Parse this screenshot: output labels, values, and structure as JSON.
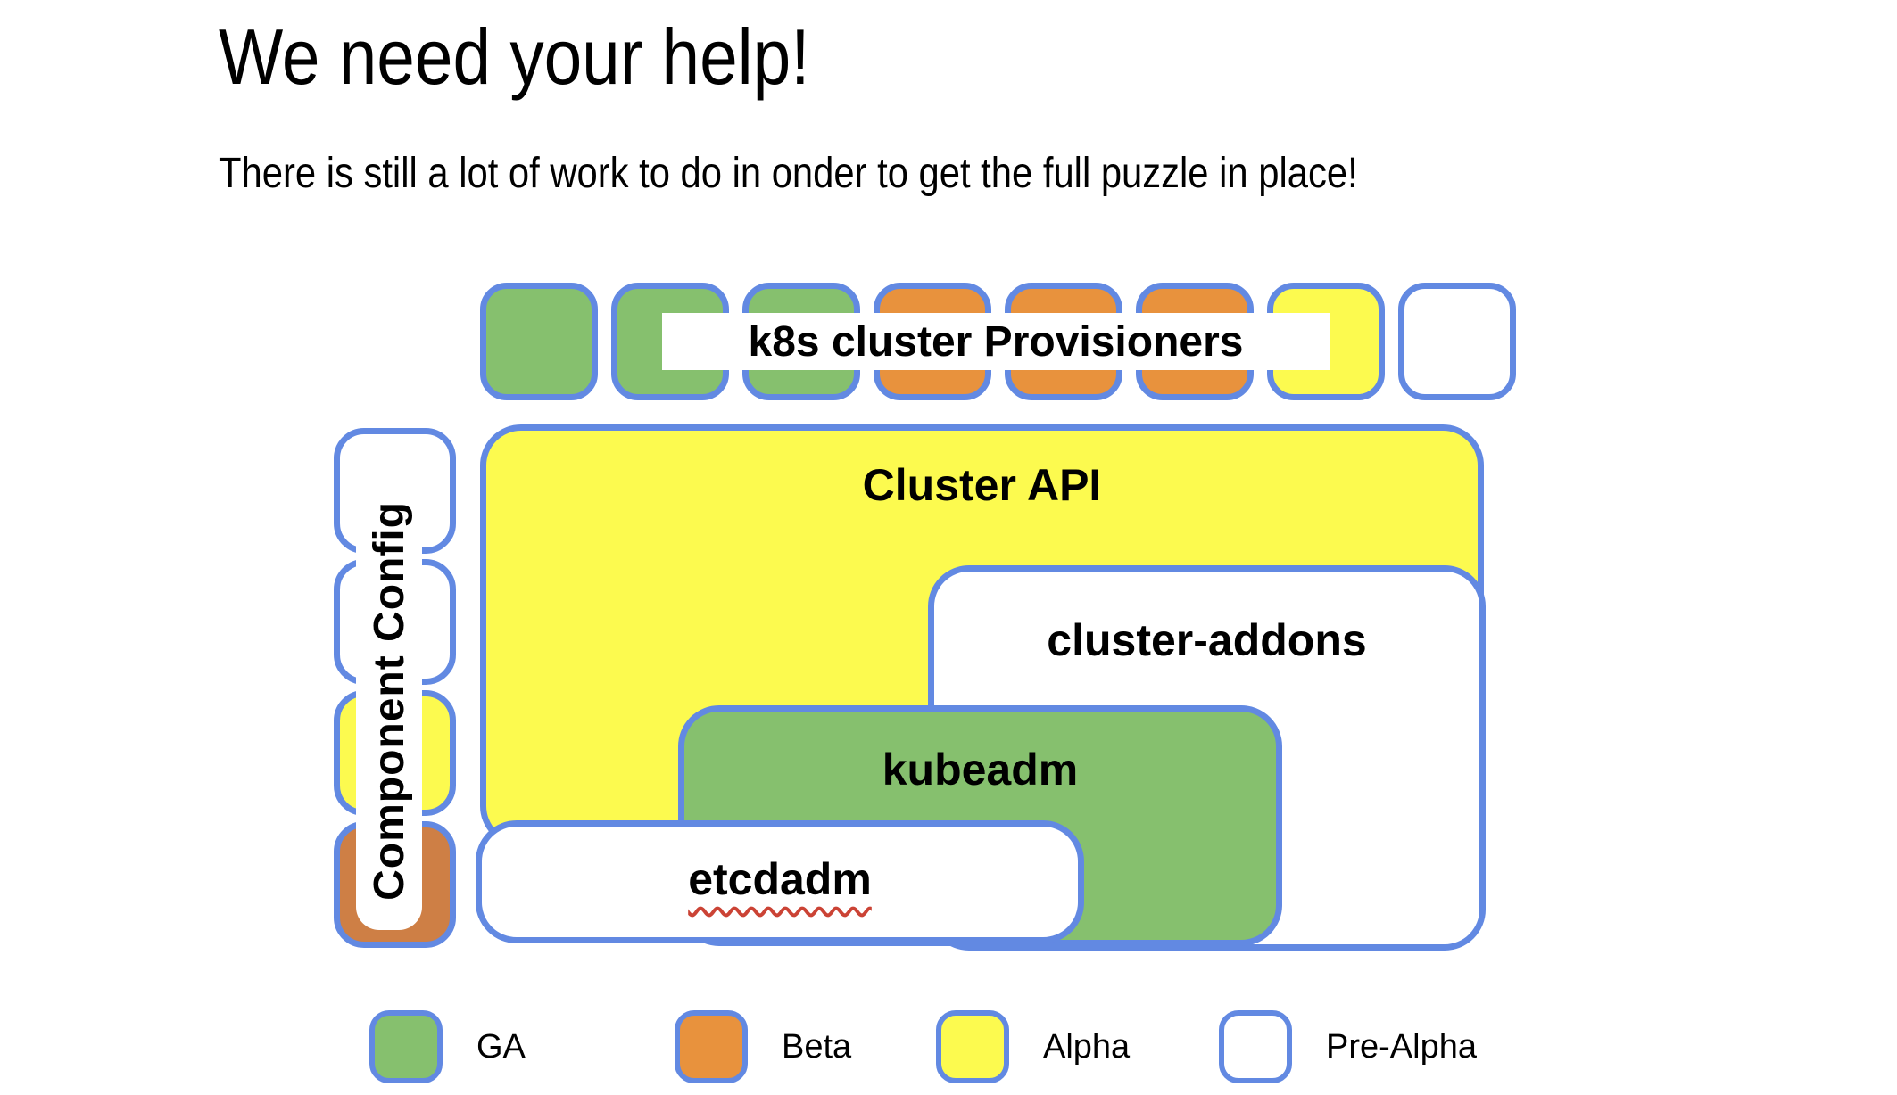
{
  "header": {
    "title": "We need your help!",
    "subtitle": "There is still a lot of work to do in onder to get the full puzzle in place!"
  },
  "colors": {
    "ga": "#86C06E",
    "beta": "#E8923D",
    "beta_muted": "#CE7F45",
    "alpha": "#FCFA4F",
    "pre_alpha": "#FFFFFF",
    "border_blue": "#6289E2",
    "squiggle_red": "#CB4335",
    "text_black": "#000000"
  },
  "provisioners": {
    "label": "k8s cluster Provisioners",
    "squares": [
      {
        "status": "ga"
      },
      {
        "status": "ga"
      },
      {
        "status": "ga"
      },
      {
        "status": "beta"
      },
      {
        "status": "beta"
      },
      {
        "status": "beta"
      },
      {
        "status": "alpha"
      },
      {
        "status": "pre_alpha"
      }
    ]
  },
  "component_config": {
    "label": "Component Config",
    "boxes": [
      {
        "status": "pre_alpha"
      },
      {
        "status": "pre_alpha"
      },
      {
        "status": "alpha"
      },
      {
        "status": "beta_muted"
      }
    ]
  },
  "main": {
    "cluster_api": {
      "label": "Cluster API",
      "status": "alpha"
    },
    "cluster_addons": {
      "label": "cluster-addons",
      "status": "pre_alpha"
    },
    "kubeadm": {
      "label": "kubeadm",
      "status": "ga"
    },
    "etcdadm": {
      "label": "etcdadm",
      "status": "pre_alpha",
      "spellcheck_underline": true
    }
  },
  "legend": [
    {
      "status": "ga",
      "label": "GA"
    },
    {
      "status": "beta",
      "label": "Beta"
    },
    {
      "status": "alpha",
      "label": "Alpha"
    },
    {
      "status": "pre_alpha",
      "label": "Pre-Alpha"
    }
  ]
}
